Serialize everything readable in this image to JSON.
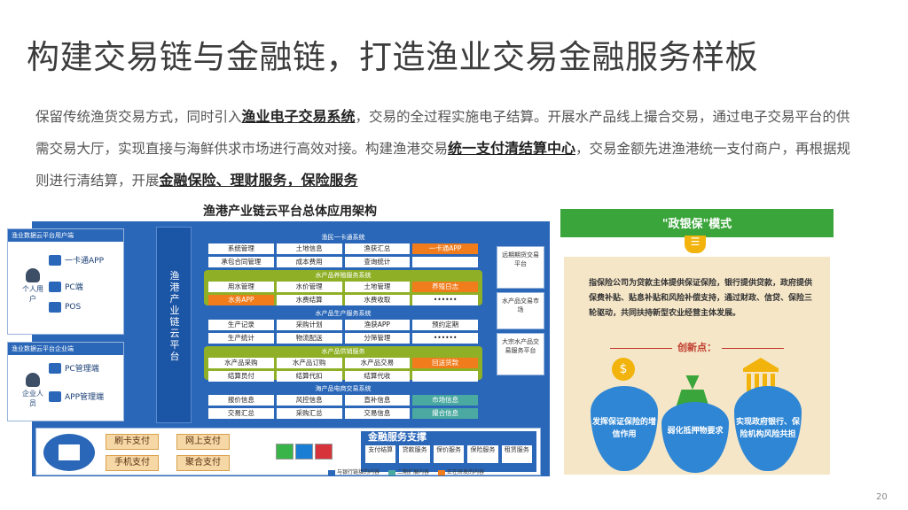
{
  "slide": {
    "title": "构建交易链与金融链，打造渔业交易金融服务样板",
    "para": {
      "t1": "保留传统渔货交易方式，同时引入",
      "h1": "渔业电子交易系统",
      "t2": "，交易的全过程实施电子结算。开展水产品线上撮合交易，通过电子交易平台的供需交易大厅，实现直接与海鲜供求市场进行高效对接。构建渔港交易",
      "h2": "统一支付清结算中心",
      "t3": "，交易金额先进渔港统一支付商户，再根据规则进行清结算，开展",
      "h3": "金融保险、理财服务，保险服务"
    },
    "page_number": "20"
  },
  "arch": {
    "title": "渔港产业链云平台总体应用架构",
    "vertical_label": "渔港产业链云平台",
    "side_top": {
      "head": "渔业数据云平台用户端",
      "user": "个人用户",
      "devs": [
        "一卡通APP",
        "PC端",
        "POS"
      ]
    },
    "side_bottom": {
      "head": "渔业数据云平台企业端",
      "user": "企业人员",
      "devs": [
        "PC管理端",
        "APP管理端"
      ]
    },
    "modules": [
      {
        "head": "渔民一卡通系统",
        "color": "#2a67b8",
        "cells": [
          "系统管理",
          "土地信息",
          "渔获汇总",
          "一卡通APP",
          "承包合同管理",
          "成本费用",
          "查询统计",
          ""
        ]
      },
      {
        "head": "水产品养殖服务系统",
        "color": "#8fb026",
        "cells": [
          "用水管理",
          "水价管理",
          "土地管理",
          "养殖日志",
          "水务APP",
          "水费结算",
          "水费收取",
          "••••••"
        ]
      },
      {
        "head": "水产品生产服务系统",
        "color": "#2a67b8",
        "cells": [
          "生产记录",
          "采购计划",
          "渔获APP",
          "预约定期",
          "生产统计",
          "物流配送",
          "分筛管理",
          "••••••"
        ]
      },
      {
        "head": "水产品供销服务",
        "color": "#8fb026",
        "cells": [
          "水产品采购",
          "水产品订购",
          "水产品交易",
          "回送货款",
          "结算员付",
          "结算代扣",
          "结算代收",
          ""
        ]
      },
      {
        "head": "海产品电商交易系统",
        "color": "#2a67b8",
        "cells": [
          "报价信息",
          "风控信息",
          "直补信息",
          "市场信息",
          "交易汇总",
          "采购汇总",
          "交易信息",
          "撮合信息"
        ]
      }
    ],
    "right_cols": [
      "远期期货交易平台",
      "水产品交易市场",
      "大宗水产品交易服务平台"
    ],
    "payments": [
      "刷卡支付",
      "网上支付",
      "手机支付",
      "聚合支付"
    ],
    "finance": {
      "title": "金融服务支撑",
      "items": [
        "支付结算",
        "贷款服务",
        "保价服务",
        "保险服务",
        "租赁服务"
      ]
    },
    "legend": [
      "与银行链接的内容",
      "二期扩展内容",
      "正在研发的内容"
    ]
  },
  "zyb": {
    "title": "\"政银保\"模式",
    "desc": "指保险公司为贷款主体提供保证保险，银行提供贷款，政府提供保费补贴、贴息补贴和风险补偿支持，通过财政、信贷、保险三轮驱动，共同扶持新型农业经营主体发展。",
    "sub": "创新点：",
    "drops": [
      "发挥保证保险的增信作用",
      "弱化抵押物要求",
      "实现政府银行、保险机构风险共担"
    ]
  },
  "colors": {
    "blue": "#2a67b8",
    "green": "#3aa53a",
    "orange": "#f07c1c"
  }
}
